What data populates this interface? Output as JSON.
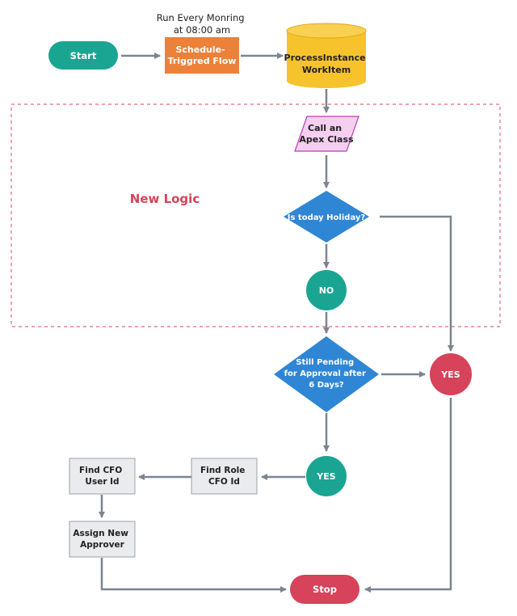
{
  "diagram": {
    "colors": {
      "teal": "#1aa593",
      "orange": "#ec8139",
      "yellow": "#f6c32c",
      "purple_fill": "#f4cff0",
      "purple_stroke": "#b93eb2",
      "blue": "#2f86d5",
      "red": "#d6435a",
      "gray_fill": "#e9ebed",
      "gray_stroke": "#9ca3aa",
      "arrow": "#7a8590",
      "dashed": "#e26977"
    },
    "schedule_note": [
      "Run Every Monring",
      "at 08:00 am"
    ],
    "region_label": "New Logic",
    "nodes": {
      "start": "Start",
      "trigger": [
        "Schedule-",
        "Triggred Flow"
      ],
      "datastore": [
        "ProcessInstance",
        "WorkItem"
      ],
      "apex": [
        "Call an",
        "Apex Class"
      ],
      "holiday": "Is today Holiday?",
      "no": "NO",
      "pending": [
        "Still Pending",
        "for Approval after",
        "6 Days?"
      ],
      "yes_right": "YES",
      "yes_bottom": "YES",
      "find_role": [
        "Find Role",
        "CFO Id"
      ],
      "find_cfo": [
        "Find CFO",
        "User Id"
      ],
      "assign": [
        "Assign New",
        "Approver"
      ],
      "stop": "Stop"
    }
  }
}
